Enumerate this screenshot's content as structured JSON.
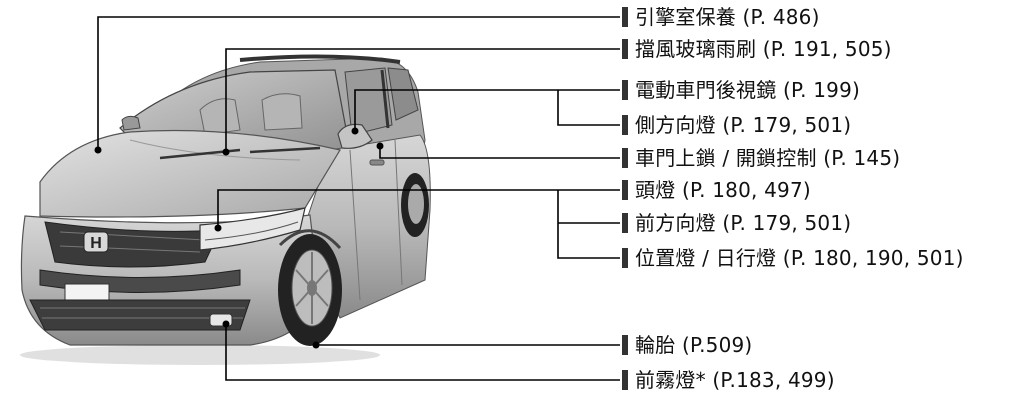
{
  "diagram": {
    "labels": [
      {
        "id": "engine",
        "text": "引擎室保養 (P. 486)"
      },
      {
        "id": "wiper",
        "text": "擋風玻璃雨刷 (P. 191, 505)"
      },
      {
        "id": "mirror",
        "text": "電動車門後視鏡 (P. 199)"
      },
      {
        "id": "side-signal",
        "text": "側方向燈 (P. 179, 501)"
      },
      {
        "id": "door-lock",
        "text": "車門上鎖 / 開鎖控制 (P. 145)"
      },
      {
        "id": "headlight",
        "text": "頭燈 (P. 180, 497)"
      },
      {
        "id": "front-signal",
        "text": "前方向燈 (P. 179, 501)"
      },
      {
        "id": "position-drl",
        "text": "位置燈 / 日行燈 (P. 180, 190, 501)"
      },
      {
        "id": "tire",
        "text": "輪胎 (P.509)"
      },
      {
        "id": "fog",
        "text": "前霧燈* (P.183, 499)"
      }
    ],
    "car_logo": "H"
  }
}
